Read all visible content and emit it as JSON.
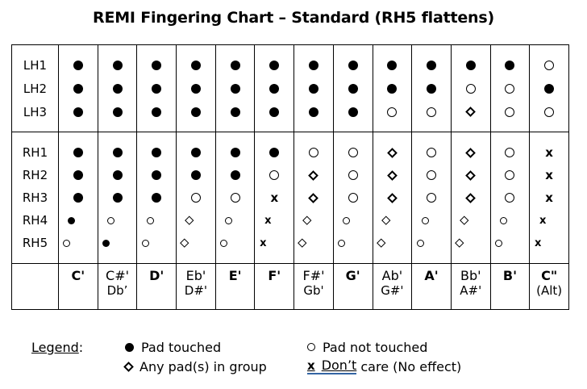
{
  "title": "REMI Fingering Chart – Standard (RH5 flattens)",
  "chart": {
    "type": "table",
    "x_char": "x",
    "columns": [
      {
        "note": "C'",
        "alt": "",
        "natural": true
      },
      {
        "note": "C#'",
        "alt": "Db’",
        "natural": false
      },
      {
        "note": "D'",
        "alt": "",
        "natural": true
      },
      {
        "note": "Eb'",
        "alt": "D#'",
        "natural": false
      },
      {
        "note": "E'",
        "alt": "",
        "natural": true
      },
      {
        "note": "F'",
        "alt": "",
        "natural": true
      },
      {
        "note": "F#'",
        "alt": "Gb'",
        "natural": false
      },
      {
        "note": "G'",
        "alt": "",
        "natural": true
      },
      {
        "note": "Ab'",
        "alt": "G#'",
        "natural": false
      },
      {
        "note": "A'",
        "alt": "",
        "natural": true
      },
      {
        "note": "Bb'",
        "alt": "A#'",
        "natural": false
      },
      {
        "note": "B'",
        "alt": "",
        "natural": true
      },
      {
        "note": "C\"",
        "alt": "(Alt)",
        "natural": true
      }
    ],
    "lh_rows": [
      {
        "label": "LH1",
        "cells": [
          "F",
          "F",
          "F",
          "F",
          "F",
          "F",
          "F",
          "F",
          "F",
          "F",
          "F",
          "F",
          "O"
        ]
      },
      {
        "label": "LH2",
        "cells": [
          "F",
          "F",
          "F",
          "F",
          "F",
          "F",
          "F",
          "F",
          "F",
          "F",
          "O",
          "O",
          "F"
        ]
      },
      {
        "label": "LH3",
        "cells": [
          "F",
          "F",
          "F",
          "F",
          "F",
          "F",
          "F",
          "F",
          "O",
          "O",
          "D",
          "O",
          "O"
        ]
      }
    ],
    "rh_rows": [
      {
        "label": "RH1",
        "cells": [
          "F",
          "F",
          "F",
          "F",
          "F",
          "F",
          "O",
          "O",
          "D",
          "O",
          "D",
          "O",
          "X"
        ]
      },
      {
        "label": "RH2",
        "cells": [
          "F",
          "F",
          "F",
          "F",
          "F",
          "O",
          "D",
          "O",
          "D",
          "O",
          "D",
          "O",
          "X"
        ]
      },
      {
        "label": "RH3",
        "cells": [
          "F",
          "F",
          "F",
          "O",
          "O",
          "X",
          "D",
          "O",
          "D",
          "O",
          "D",
          "O",
          "X"
        ]
      },
      {
        "label": "RH4",
        "cells": [
          "F",
          "O",
          "O",
          "D",
          "O",
          "X",
          "D",
          "O",
          "D",
          "O",
          "D",
          "O",
          "X"
        ]
      },
      {
        "label": "RH5",
        "cells": [
          "O",
          "F",
          "O",
          "D",
          "O",
          "X",
          "D",
          "O",
          "D",
          "O",
          "D",
          "O",
          "X"
        ]
      }
    ],
    "symbol_key": {
      "F": "Pad touched",
      "O": "Pad not touched",
      "D": "Any pad(s) in group",
      "X": "Don’t care (No effect)"
    }
  },
  "legend": {
    "title": "Legend",
    "colon": ":",
    "items": [
      {
        "symbol": "filled-circle",
        "text": "Pad touched"
      },
      {
        "symbol": "diamond",
        "text": "Any pad(s) in group"
      },
      {
        "symbol": "open-circle",
        "text": "Pad not touched"
      },
      {
        "symbol": "x",
        "symbol_char": "x",
        "underlined_word": "Don’t",
        "rest": " care (No effect)"
      }
    ]
  }
}
